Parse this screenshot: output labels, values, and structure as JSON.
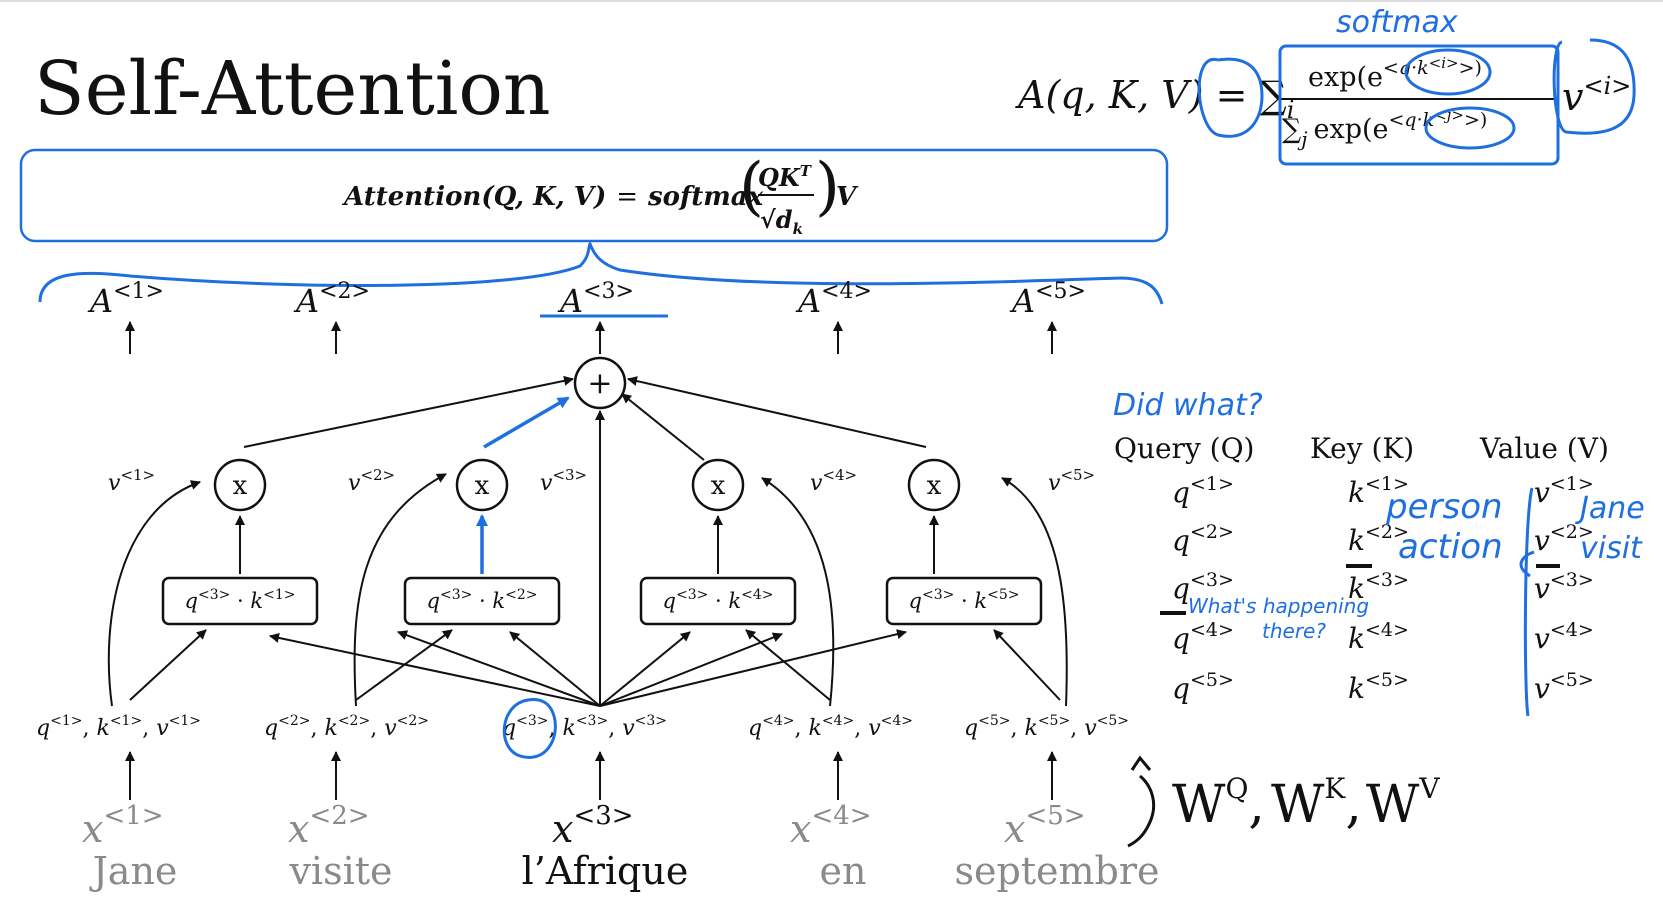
{
  "title": "Self-Attention",
  "attention_formula": {
    "lhs": "Attention(Q, K, V)",
    "eq": "=",
    "fn": "softmax",
    "num": "QK",
    "num_sup": "T",
    "den": "√d",
    "den_sub": "k",
    "tail": "V"
  },
  "scalar_formula": {
    "lhs": "A(q, K, V) = ∑",
    "lhs_sub": "i",
    "num": "exp(e",
    "num_sup": "<q·k",
    "num_sup2": "<i>",
    "num_tail": ">)",
    "den_sigma": "∑",
    "den_sub": "j",
    "den": "exp(e",
    "den_sup": "<q·k",
    "den_sup2": "<j>",
    "den_tail": ">)",
    "v": "v",
    "v_sup": "<i>"
  },
  "outputs": [
    {
      "base": "A",
      "sup": "<1>"
    },
    {
      "base": "A",
      "sup": "<2>"
    },
    {
      "base": "A",
      "sup": "<3>"
    },
    {
      "base": "A",
      "sup": "<4>"
    },
    {
      "base": "A",
      "sup": "<5>"
    }
  ],
  "sum_node": "+",
  "mult_nodes": [
    "x",
    "x",
    "x",
    "x"
  ],
  "v_labels": [
    {
      "base": "v",
      "sup": "<1>"
    },
    {
      "base": "v",
      "sup": "<2>"
    },
    {
      "base": "v",
      "sup": "<3>"
    },
    {
      "base": "v",
      "sup": "<4>"
    },
    {
      "base": "v",
      "sup": "<5>"
    }
  ],
  "dot_boxes": [
    {
      "q": "q",
      "qs": "<3>",
      "k": "k",
      "ks": "<1>"
    },
    {
      "q": "q",
      "qs": "<3>",
      "k": "k",
      "ks": "<2>"
    },
    {
      "q": "q",
      "qs": "<3>",
      "k": "k",
      "ks": "<4>"
    },
    {
      "q": "q",
      "qs": "<3>",
      "k": "k",
      "ks": "<5>"
    }
  ],
  "qkv_rows": [
    {
      "i": "<1>"
    },
    {
      "i": "<2>"
    },
    {
      "i": "<3>"
    },
    {
      "i": "<4>"
    },
    {
      "i": "<5>"
    }
  ],
  "inputs": [
    {
      "x": "x",
      "sup": "<1>",
      "word": "Jane"
    },
    {
      "x": "x",
      "sup": "<2>",
      "word": "visite"
    },
    {
      "x": "x",
      "sup": "<3>",
      "word": "l’Afrique"
    },
    {
      "x": "x",
      "sup": "<4>",
      "word": "en"
    },
    {
      "x": "x",
      "sup": "<5>",
      "word": "septembre"
    }
  ],
  "table": {
    "headers": [
      "Query (Q)",
      "Key (K)",
      "Value (V)"
    ],
    "q": "q",
    "k": "k",
    "v": "v",
    "rows": [
      "<1>",
      "<2>",
      "<3>",
      "<4>",
      "<5>"
    ]
  },
  "annotations": {
    "softmax": "softmax",
    "did_what": "Did what?",
    "person": "person",
    "action": "action",
    "jane": "Jane",
    "visit": "visit",
    "whats_happening_1": "What's happening",
    "whats_happening_2": "there?",
    "weights": "W",
    "weights_q": "Q",
    "weights_k": "K",
    "weights_v": "V",
    "comma": ","
  },
  "colors": {
    "ink": "#1f6fe0",
    "text": "#111111",
    "inactive": "#8a8a8a"
  }
}
